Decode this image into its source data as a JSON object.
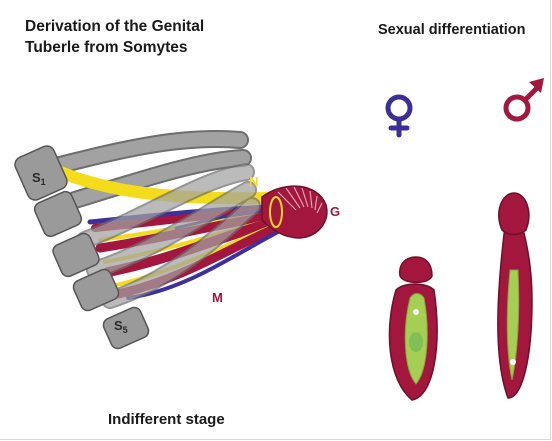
{
  "title": "Derivation of the Genital\nTuberle from Somytes",
  "right_title": "Sexual differentiation",
  "caption": "Indifferent stage",
  "labels": {
    "s1_letter": "S",
    "s1_sub": "1",
    "s5_letter": "S",
    "s5_sub": "5",
    "n": "N",
    "g": "G",
    "m": "M"
  },
  "symbols": {
    "female": "female-symbol",
    "male": "male-symbol"
  },
  "colors": {
    "somite_gray": "#8f8f8f",
    "crimson": "#a3163d",
    "yellow": "#f3dc1c",
    "purple": "#3f2f9c",
    "green": "#a4cf53",
    "female_symbol": "#3a2f96",
    "male_symbol": "#a3163d"
  }
}
